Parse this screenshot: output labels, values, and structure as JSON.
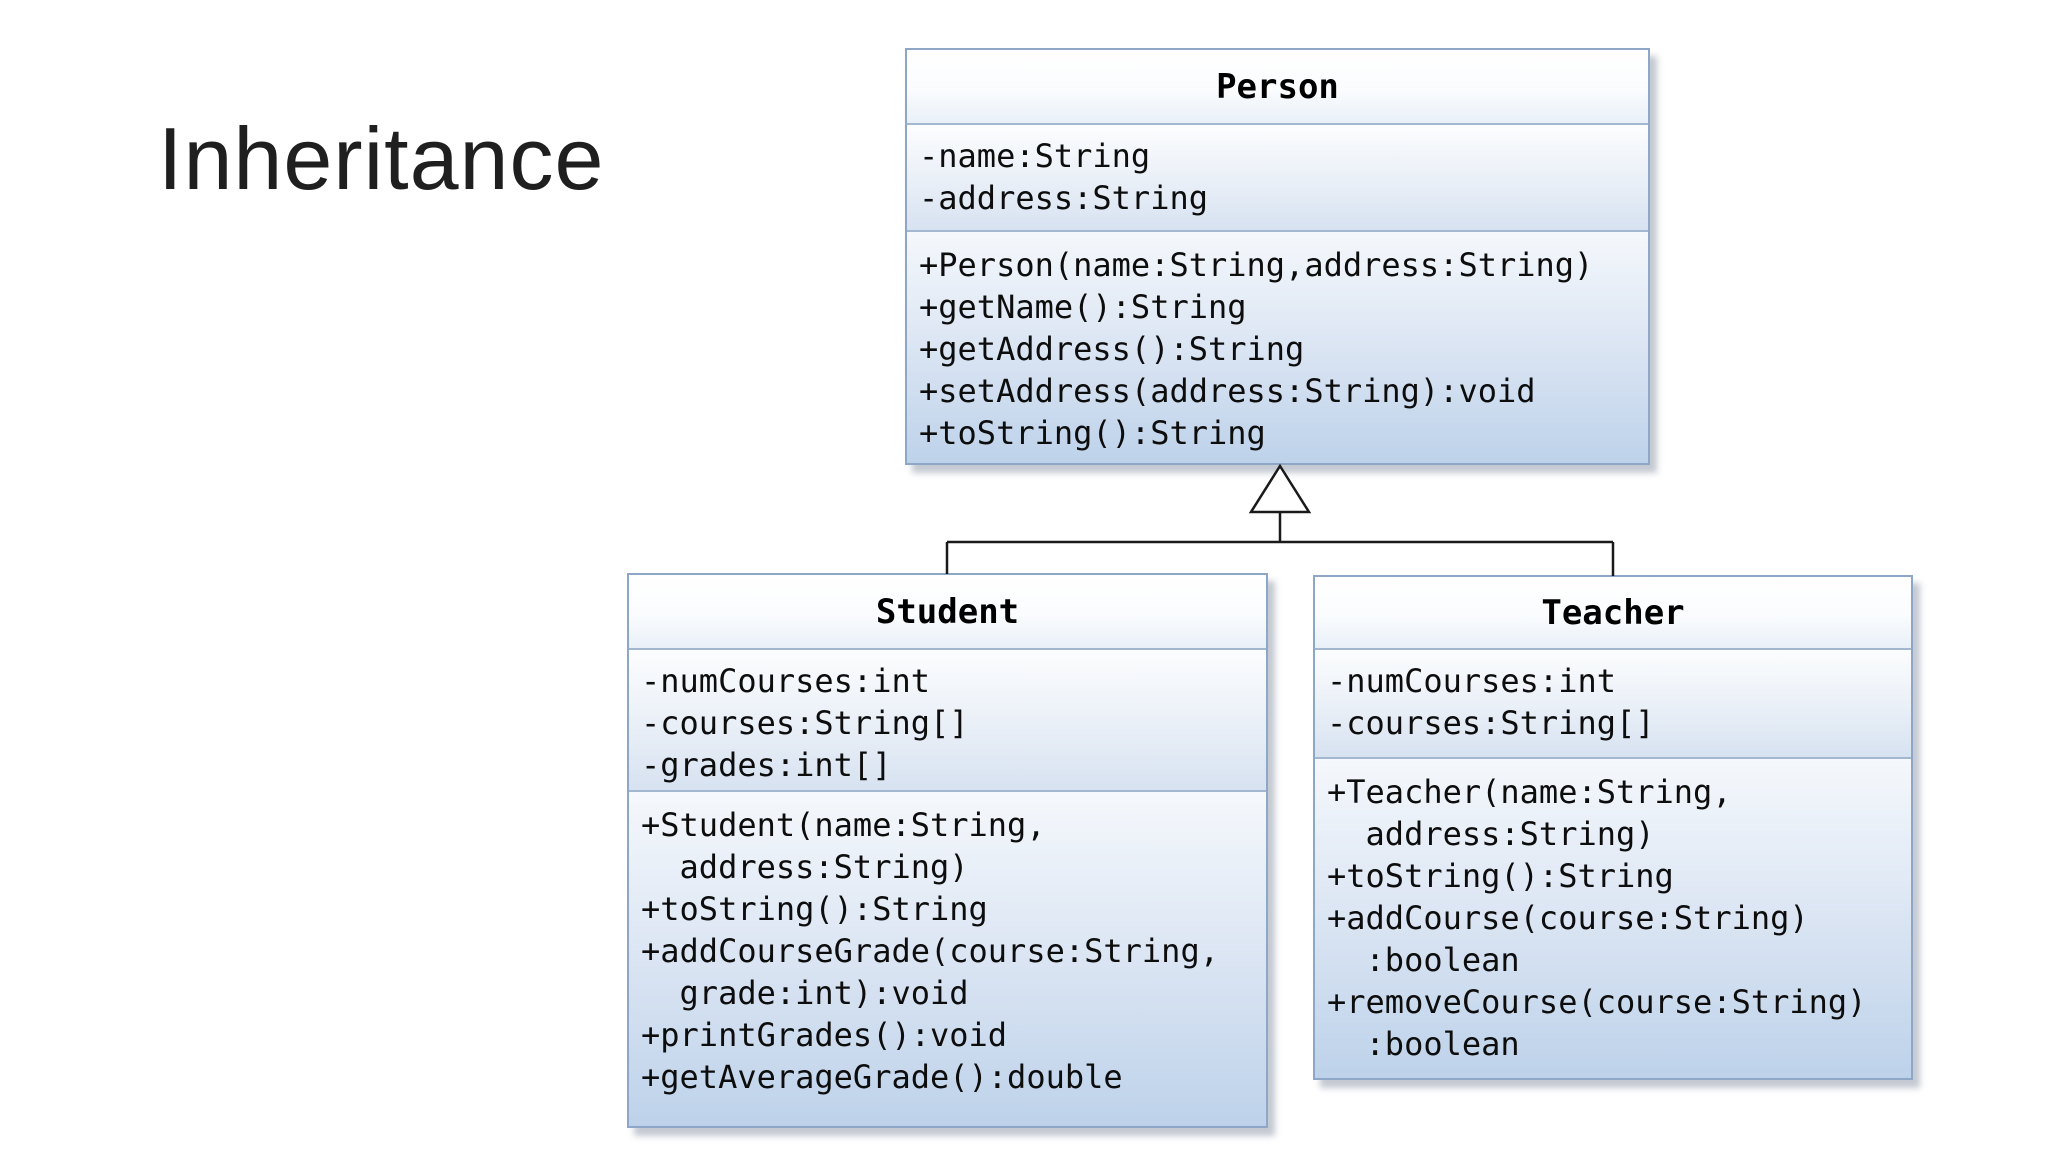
{
  "slide": {
    "title": "Inheritance"
  },
  "diagram": {
    "type": "uml-class-diagram",
    "relation": {
      "type": "inheritance",
      "parent": "Person",
      "children": [
        "Student",
        "Teacher"
      ]
    },
    "colors": {
      "box_border": "#8ea7c7",
      "compartment_separator": "#a3b7d1",
      "fill_bottom": "#bdd2ea",
      "connector_line": "#1a1a1a",
      "title_text": "#1f1f1f"
    },
    "classes": [
      {
        "name": "Person",
        "attributes": [
          "-name:String",
          "-address:String"
        ],
        "methods": [
          "+Person(name:String,address:String)",
          "+getName():String",
          "+getAddress():String",
          "+setAddress(address:String):void",
          "+toString():String"
        ]
      },
      {
        "name": "Student",
        "attributes": [
          "-numCourses:int",
          "-courses:String[]",
          "-grades:int[]"
        ],
        "methods": [
          "+Student(name:String,",
          "  address:String)",
          "+toString():String",
          "+addCourseGrade(course:String,",
          "  grade:int):void",
          "+printGrades():void",
          "+getAverageGrade():double"
        ]
      },
      {
        "name": "Teacher",
        "attributes": [
          "-numCourses:int",
          "-courses:String[]"
        ],
        "methods": [
          "+Teacher(name:String,",
          "  address:String)",
          "+toString():String",
          "+addCourse(course:String)",
          "  :boolean",
          "+removeCourse(course:String)",
          "  :boolean"
        ]
      }
    ]
  }
}
